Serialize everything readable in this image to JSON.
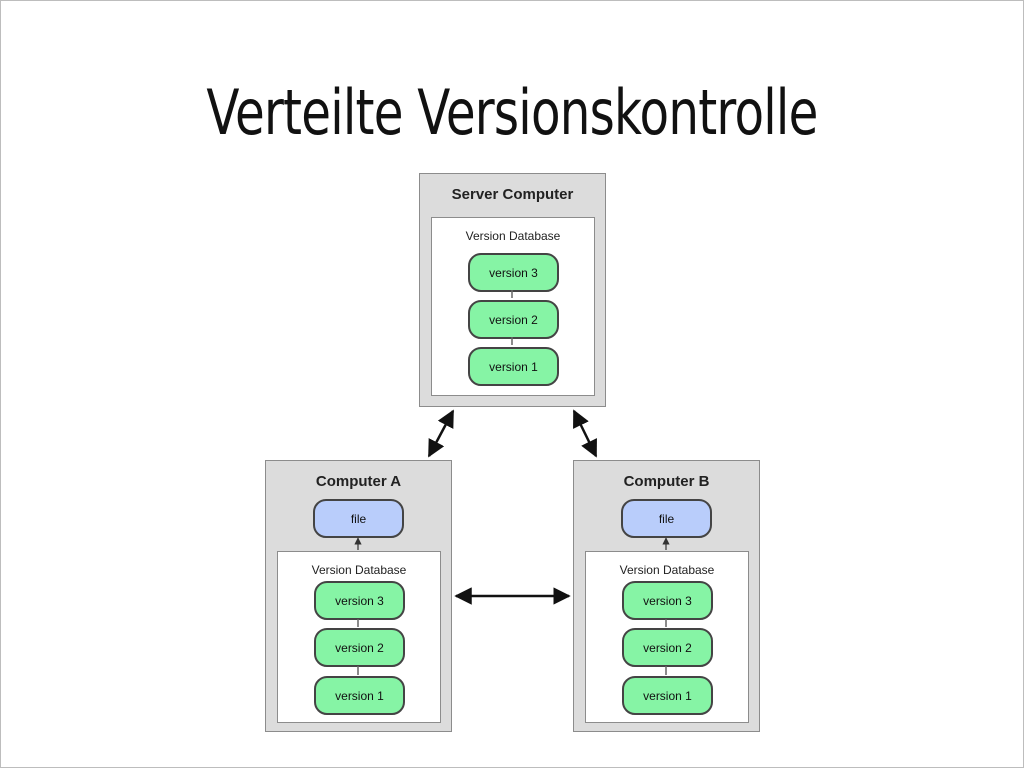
{
  "slide": {
    "title": "Verteilte Versionskontrolle"
  },
  "diagram": {
    "server": {
      "label": "Server Computer",
      "database": {
        "label": "Version Database",
        "versions": [
          "version 3",
          "version 2",
          "version 1"
        ]
      }
    },
    "computer_a": {
      "label": "Computer A",
      "file": "file",
      "database": {
        "label": "Version Database",
        "versions": [
          "version 3",
          "version 2",
          "version 1"
        ]
      }
    },
    "computer_b": {
      "label": "Computer B",
      "file": "file",
      "database": {
        "label": "Version Database",
        "versions": [
          "version 3",
          "version 2",
          "version 1"
        ]
      }
    }
  },
  "colors": {
    "version_fill": "#86f4a5",
    "file_fill": "#b9cdfb",
    "box_fill": "#dcdcdc",
    "border": "#8c8c8c"
  }
}
